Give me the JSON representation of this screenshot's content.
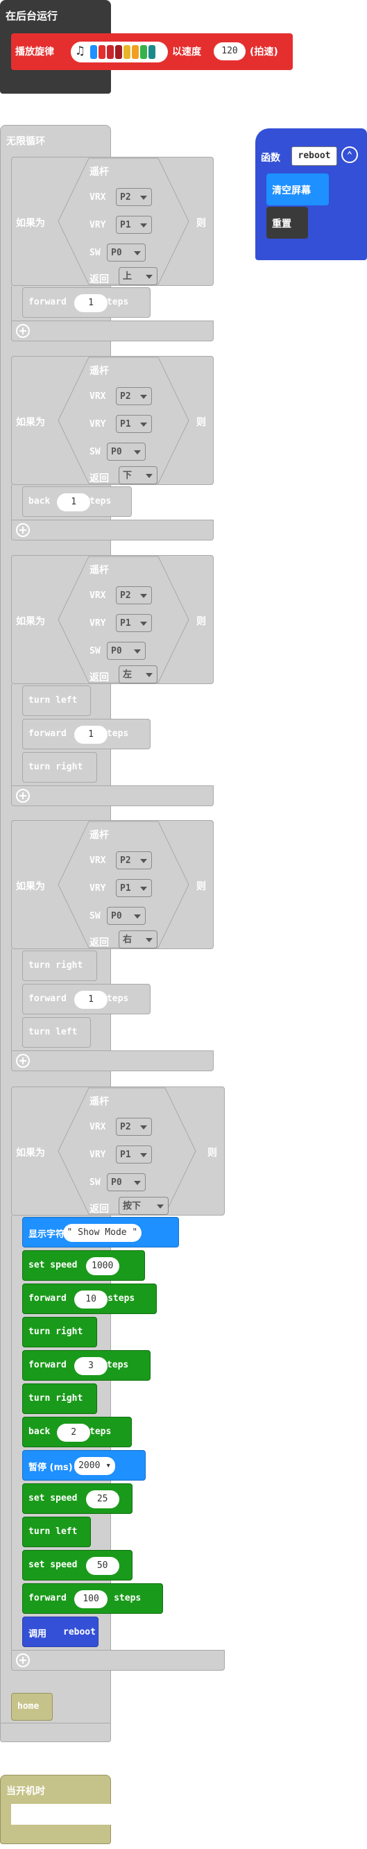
{
  "background_block": {
    "hat_label": "在后台运行",
    "play_label": "播放旋律",
    "speed_label": "以速度",
    "tempo_value": "120",
    "tempo_unit": "(拍速)",
    "melody_icon": "note-icon",
    "melody_colors": [
      "#1e90ff",
      "#e52f2f",
      "#c9252c",
      "#a31c22",
      "#e8b429",
      "#f0a020",
      "#35b34a",
      "#1c8a8a"
    ]
  },
  "forever": {
    "label": "无限循环"
  },
  "joystick_common": {
    "title": "遥杆",
    "vrx_label": "VRX",
    "vry_label": "VRY",
    "sw_label": "SW",
    "return_label": "返回",
    "vrx_value": "P2",
    "vry_value": "P1",
    "sw_value": "P0",
    "if_label": "如果为",
    "then_label": "则"
  },
  "ifs": [
    {
      "direction": "上",
      "steps": [
        {
          "text": "forward",
          "value": "1",
          "suffix": "steps"
        }
      ]
    },
    {
      "direction": "下",
      "steps": [
        {
          "text": "back",
          "value": "1",
          "suffix": "steps"
        }
      ]
    },
    {
      "direction": "左",
      "steps": [
        {
          "text": "turn left"
        },
        {
          "text": "forward",
          "value": "1",
          "suffix": "steps"
        },
        {
          "text": "turn right"
        }
      ]
    },
    {
      "direction": "右",
      "steps": [
        {
          "text": "turn right"
        },
        {
          "text": "forward",
          "value": "1",
          "suffix": "steps"
        },
        {
          "text": "turn left"
        }
      ]
    },
    {
      "direction": "按下"
    }
  ],
  "pressed_steps": [
    {
      "text": "显示字符串",
      "value": "\" Show Mode \"",
      "kind": "blue"
    },
    {
      "text": "set speed",
      "value": "1000",
      "kind": "green"
    },
    {
      "text": "forward",
      "value": "10",
      "suffix": "steps",
      "kind": "green"
    },
    {
      "text": "turn right",
      "kind": "green"
    },
    {
      "text": "forward",
      "value": "3",
      "suffix": "steps",
      "kind": "green"
    },
    {
      "text": "turn right",
      "kind": "green"
    },
    {
      "text": "back",
      "value": "2",
      "suffix": "steps",
      "kind": "green"
    },
    {
      "text": "暂停 (ms)",
      "value": "2000",
      "kind": "blue-dd"
    },
    {
      "text": "set speed",
      "value": "25",
      "kind": "green"
    },
    {
      "text": "turn left",
      "kind": "green"
    },
    {
      "text": "set speed",
      "value": "50",
      "kind": "green"
    },
    {
      "text": "forward",
      "value": "100",
      "suffix": "steps",
      "kind": "green"
    },
    {
      "text": "调用",
      "value": "reboot",
      "kind": "call"
    }
  ],
  "home_label": "home",
  "function_block": {
    "label": "函数",
    "name": "reboot",
    "clear_label": "清空屏幕",
    "reset_label": "重置"
  },
  "start_block": {
    "label": "当开机时"
  },
  "colors": {
    "disabled": "#d0d0d0",
    "disabled_border": "#a9a9a9",
    "red": "#e52f2f",
    "blue": "#1e90ff",
    "green": "#1a9a1a",
    "func": "#3450d6",
    "dark": "#3a3a3a",
    "olive": "#c6c38a"
  }
}
